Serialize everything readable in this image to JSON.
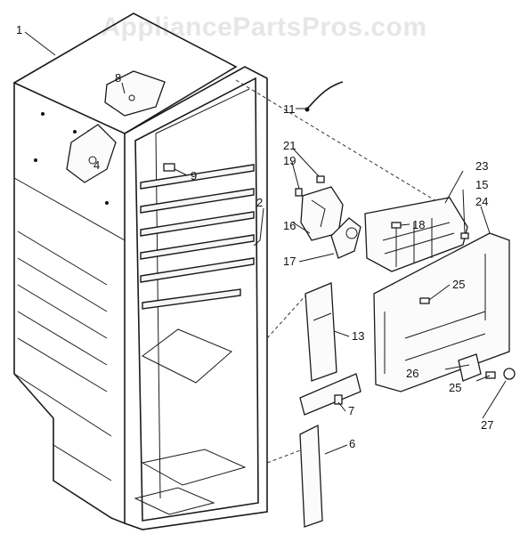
{
  "watermark": "AppliancePartsPros.com",
  "callouts": {
    "c1": "1",
    "c2": "2",
    "c4": "4",
    "c6": "6",
    "c7": "7",
    "c8": "8",
    "c9": "9",
    "c11": "11",
    "c13": "13",
    "c15": "15",
    "c16": "16",
    "c17": "17",
    "c18": "18",
    "c19": "19",
    "c21": "21",
    "c23": "23",
    "c24": "24",
    "c25a": "25",
    "c25b": "25",
    "c26": "26",
    "c27": "27"
  }
}
